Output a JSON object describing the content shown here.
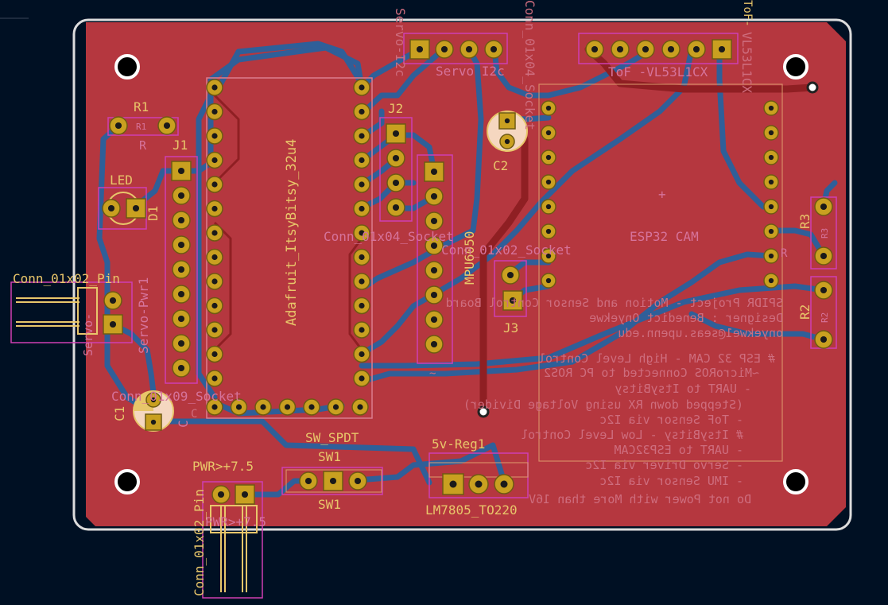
{
  "colors": {
    "background": "#001023",
    "board_fill": "#b5373f",
    "outline": "#dcdcdc",
    "front_copper": "#8f1f23",
    "back_copper": "#2f5f99",
    "pad": "#c9a020",
    "silkscreen": "#e8c66a",
    "courtyard": "#cf3fb3"
  },
  "labels": {
    "r1_ref": "R1",
    "r1_val": "R1",
    "r1_fab": "R",
    "led_val": "LED",
    "d1_ref": "D1",
    "j1_ref": "J1",
    "j1_val": "Conn_01x09_Socket",
    "servo_pwr_ref": "Servo-Pwr1",
    "servo_pwr_val": "Conn_01x02_Pin",
    "servo_pwr_back": "Servo-",
    "c1_ref": "C1",
    "c1_fab": "C",
    "itsybitsy": "Adafruit_ItsyBitsy_32u4",
    "j2_ref": "J2",
    "j2_val": "Conn_01x04_Socket",
    "i2c_servo": "Servo-I2c",
    "servo_i2c_label": "Servo I2c",
    "mpu_ref": "MPU6050",
    "j3_ref": "J3",
    "j3_val": "Conn_01x02_Socket",
    "c2_ref": "C2",
    "tof_label": "ToF -VL53L1CX",
    "tof_top": "ToF-",
    "tof_vert": "VL53L1CX",
    "conn_04_top": "Conn_01x04_Socket",
    "esp_label": "ESP32 CAM",
    "esp_plus": "+",
    "r2_ref": "R2",
    "r2_fab": "R2",
    "r3_ref": "R3",
    "r3_fab": "R3",
    "r_fab": "R",
    "sw_val": "SW_SPDT",
    "sw1_ref": "SW1",
    "sw1_ref_b": "SW1",
    "pwr_ref": "PWR>+7.5",
    "pwr_ref_b": "PWR>+7.5",
    "pwr_val": "Conn_01x02_Pin",
    "reg_ref": "5v-Reg1",
    "reg_val": "LM7805_TO220",
    "mir_c": "C",
    "mir_tilde": "~"
  },
  "notes": [
    "SPIDR Project - Motion and Sensor Control Board",
    "Designer : Benedict Onyekwe",
    "onyekwe1@seas.upenn.edu",
    "# ESP 32 CAM - High Level Control",
    "~MicroROS Connected to PC ROS2",
    "- UART to ItsyBitsy",
    "(Stepped down RX using Voltage Divider)",
    "- ToF Sensor via I2c",
    "# ItsyBitsy - Low Level Control",
    "- UART to ESP32CAM",
    "- Servo Driver via I2c",
    "- IMU Sensor via I2c",
    "Do not Power with More than 16V"
  ]
}
